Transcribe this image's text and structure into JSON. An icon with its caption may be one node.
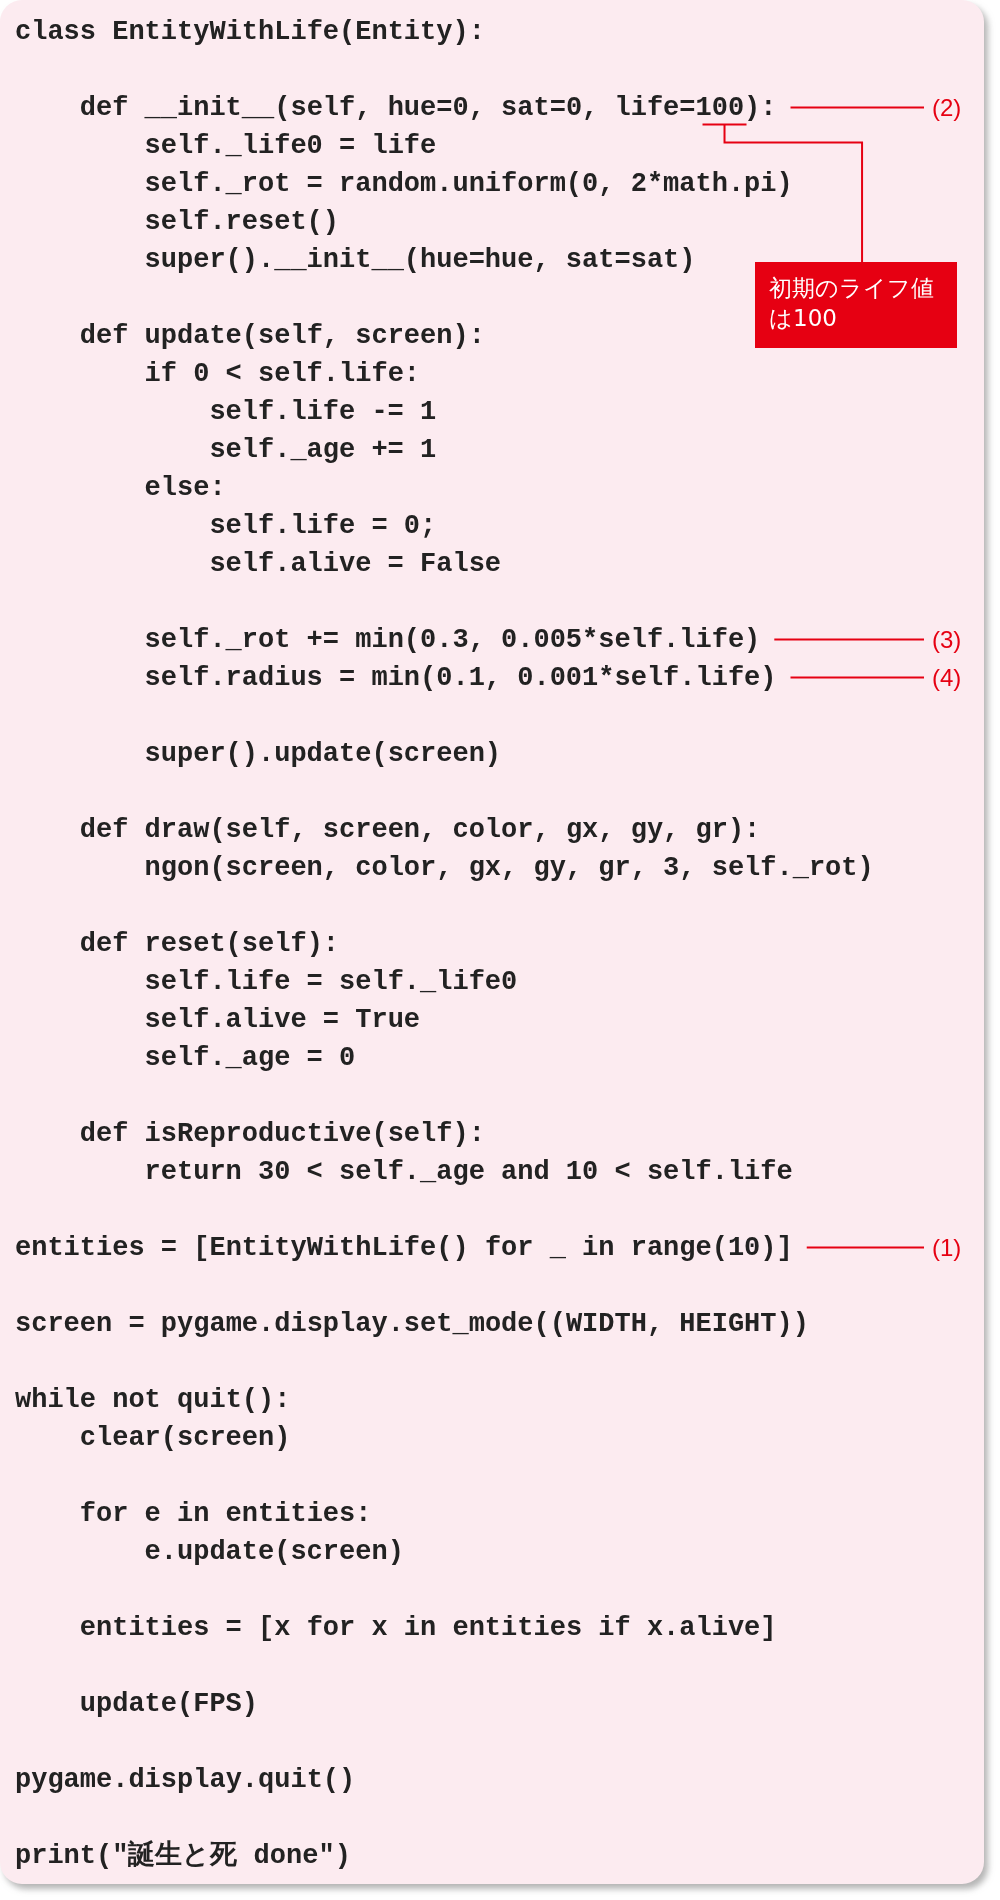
{
  "diagram": {
    "nodes": [
      {
        "text": [
          "def __init__(self, hue=0, sat=0, life=100):"
        ]
      },
      {
        "text": [
          "(2)"
        ]
      },
      {
        "text": [
          "初期のライフ値は100"
        ]
      },
      {
        "text": [
          "self._rot += min(0.3, 0.005*self.life)"
        ]
      },
      {
        "text": [
          "(3)"
        ]
      },
      {
        "text": [
          "self.radius = min(0.1, 0.001*self.life)"
        ]
      },
      {
        "text": [
          "(4)"
        ]
      },
      {
        "text": [
          "entities = [EntityWithLife() for _ in range(10)]"
        ]
      },
      {
        "text": [
          "(1)"
        ]
      }
    ],
    "edges": [
      {
        "from": 1,
        "to": 0,
        "arrow": "none"
      },
      {
        "from": 2,
        "to": 0,
        "arrow": "none"
      },
      {
        "from": 4,
        "to": 3,
        "arrow": "none"
      },
      {
        "from": 6,
        "to": 5,
        "arrow": "none"
      },
      {
        "from": 8,
        "to": 7,
        "arrow": "none"
      }
    ],
    "labels": [
      "class EntityWithLife(Entity):",
      "self._life0 = life",
      "self._rot = random.uniform(0, 2*math.pi)",
      "self.reset()",
      "super().__init__(hue=hue, sat=sat)",
      "def update(self, screen):",
      "if 0 < self.life:",
      "self.life -= 1",
      "self._age += 1",
      "else:",
      "self.life = 0;",
      "self.alive = False",
      "super().update(screen)",
      "def draw(self, screen, color, gx, gy, gr):",
      "ngon(screen, color, gx, gy, gr, 3, self._rot)",
      "def reset(self):",
      "self.life = self._life0",
      "self.alive = True",
      "self._age = 0",
      "def isReproductive(self):",
      "return 30 < self._age and 10 < self.life",
      "screen = pygame.display.set_mode((WIDTH, HEIGHT))",
      "while not quit():",
      "clear(screen)",
      "for e in entities:",
      "e.update(screen)",
      "entities = [x for x in entities if x.alive]",
      "update(FPS)",
      "pygame.display.quit()",
      "print(\"誕生と死 done\")"
    ]
  }
}
